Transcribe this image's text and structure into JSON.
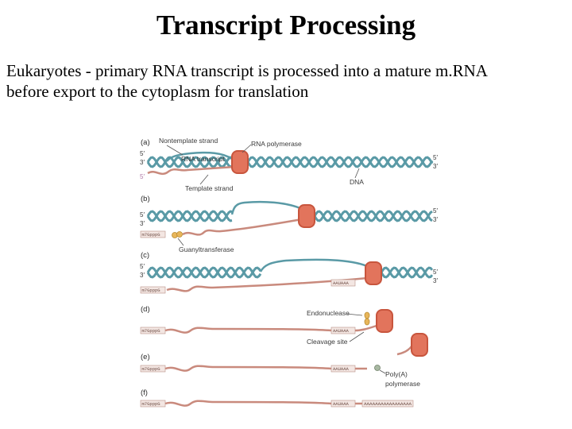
{
  "title": "Transcript Processing",
  "body": {
    "line1": "Eukaryotes - primary RNA transcript is processed into a mature m.RNA",
    "line2": "before export to the cytoplasm for translation"
  },
  "figure": {
    "panels": [
      "(a)",
      "(b)",
      "(c)",
      "(d)",
      "(e)",
      "(f)"
    ],
    "labels": {
      "nontemplate_strand": "Nontemplate strand",
      "rna_polymerase": "RNA polymerase",
      "rna_transcript": "RNA transcript",
      "template_strand": "Template strand",
      "dna": "DNA",
      "guanyltransferase": "Guanyltransferase",
      "endonuclease": "Endonuclease",
      "cleavage_site": "Cleavage site",
      "poly_a": "Poly(A)",
      "polymerase": "polymerase"
    },
    "ends": {
      "five": "5′",
      "three": "3′"
    },
    "cap": "m7GpppG",
    "motif": "AAUAAA",
    "polya_tail": "AAAAAAAAAAAAAAAAA",
    "colors": {
      "dna": "#5a9aa6",
      "rna": "#c98a7d",
      "polymerase": "#e2745c",
      "polymerase_edge": "#c8553d",
      "enzyme": "#e8b65a"
    }
  }
}
